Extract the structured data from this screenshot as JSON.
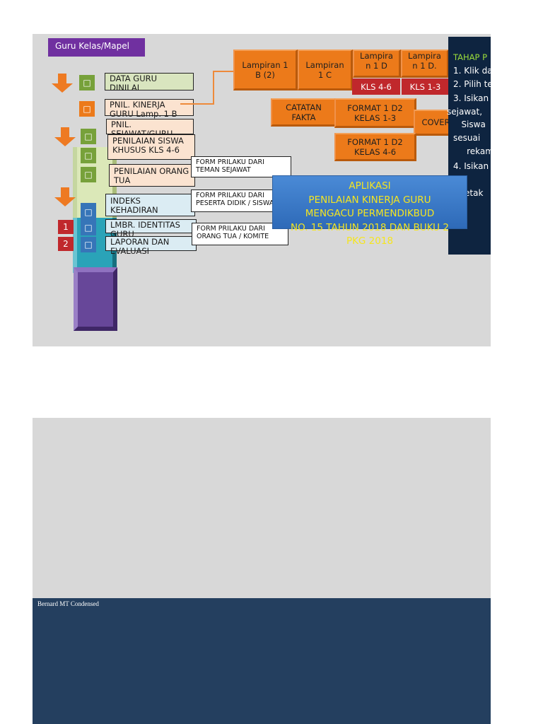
{
  "top_slide": {
    "title": "Guru  Kelas/Mapel",
    "sidebar_items": [
      {
        "icon": "square-glyph-icon",
        "label": "DATA GURU DINILAI"
      },
      {
        "icon": "square-glyph-icon",
        "label": "PNIL. KINERJA GURU  Lamp. 1 B"
      },
      {
        "icon": "square-glyph-icon",
        "label": "PNIL. SEJAWAT/GURU"
      },
      {
        "icon": "square-glyph-icon",
        "label": "PENILAIAN SISWA KHUSUS KLS 4-6"
      },
      {
        "icon": "square-glyph-icon",
        "label": "PENILAIAN ORANG TUA"
      },
      {
        "icon": "square-glyph-icon",
        "label": "INDEKS KEHADIRAN"
      },
      {
        "icon": "square-glyph-icon",
        "label": "LMBR. IDENTITAS GURU"
      },
      {
        "icon": "square-glyph-icon",
        "label": "LAPORAN DAN EVALUASI"
      }
    ],
    "number_badges": [
      "1",
      "2"
    ],
    "square_glyph": "□",
    "forms": [
      "FORM PRILAKU DARI TEMAN SEJAWAT",
      "FORM PRILAKU DARI PESERTA DIDIK / SISWA",
      "FORM PRILAKU DARI ORANG TUA / KOMITE"
    ],
    "lampiran_buttons": [
      "Lampiran 1 B (2)",
      "Lampiran 1 C",
      "Lampira n  1 D",
      "Lampira n  1 D."
    ],
    "kls_buttons": [
      "KLS 4-6",
      "KLS 1-3"
    ],
    "catatan_fakta": "CATATAN FAKTA",
    "format_1d2_13": "FORMAT 1 D2 KELAS 1-3",
    "cover": "COVER",
    "format_1d2_46": "FORMAT 1 D2 KELAS 4-6",
    "aplikasi": {
      "line1": "APLIKASI",
      "line2": "PENILAIAN KINERJA GURU",
      "line3": "MENGACU PERMENDIKBUD",
      "line4": "NO. 15 TAHUN 2018 DAN BUKU 2",
      "line5": "PKG 2018"
    },
    "tahap_panel": {
      "heading": "TAHAP P",
      "lines": [
        "1. Klik da",
        "2. Pilih te",
        "3. Isikan",
        "sejawat,",
        "   Siswa",
        "sesuai",
        "     rekam",
        "4. Isikan",
        "",
        "  Cetak"
      ]
    }
  },
  "bottom_slide": {
    "caption": "Bernard MT Condensed"
  },
  "colors": {
    "slide_bg": "#d8d8d8",
    "orange": "#ec7a1a",
    "red": "#c0282c",
    "navy": "#0e2440",
    "blue": "#3a78c8",
    "yellow_text": "#f5e51f",
    "purple": "#7030a0",
    "dark_band": "#243f5f"
  }
}
